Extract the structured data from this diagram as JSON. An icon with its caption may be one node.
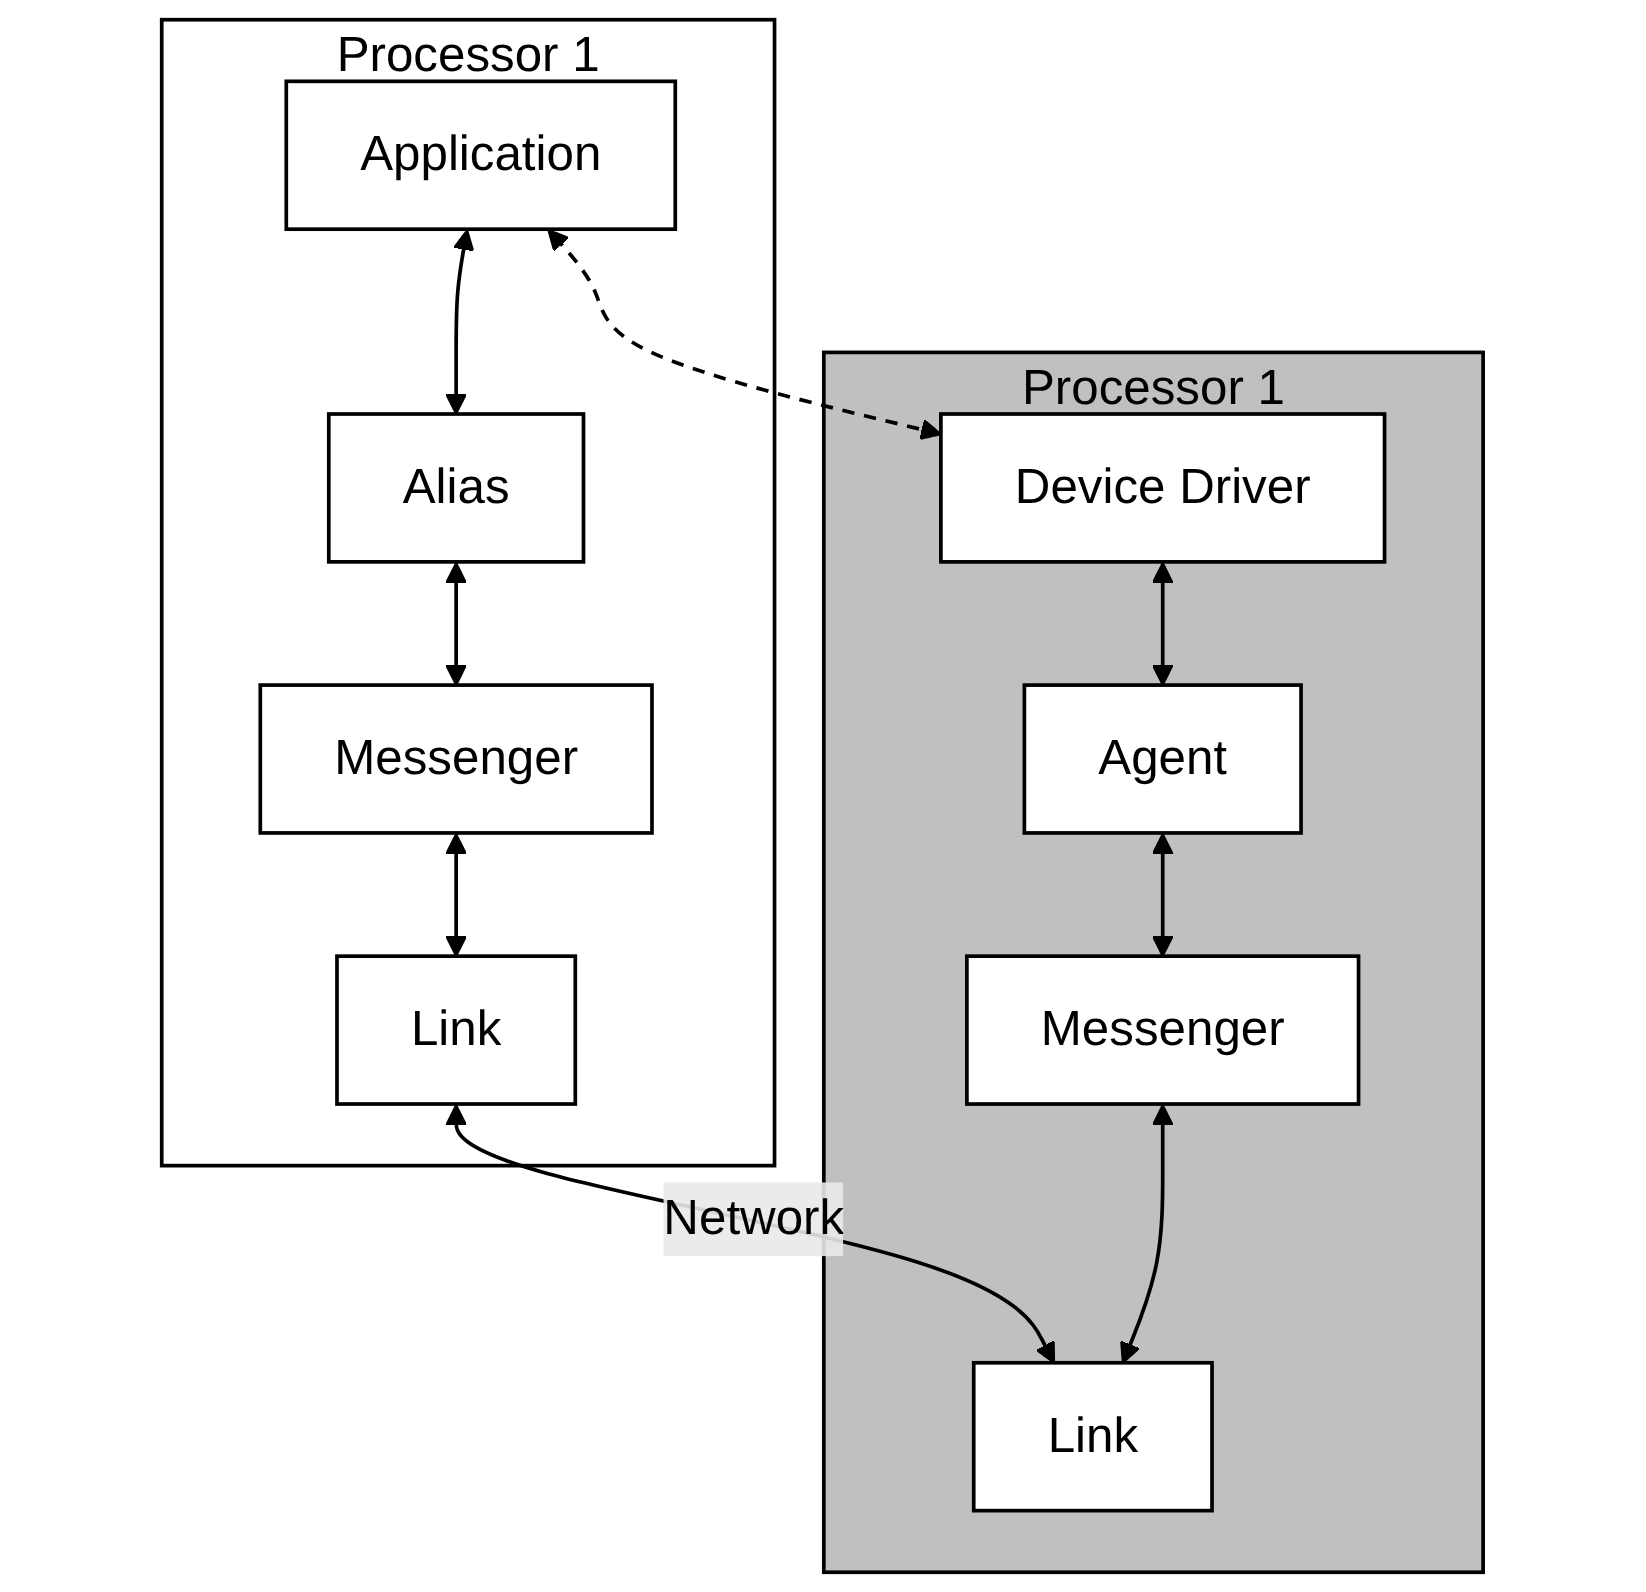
{
  "diagram": {
    "nodes": [
      {
        "text": [
          "Processor 1"
        ]
      },
      {
        "text": [
          "Application"
        ],
        "in": 0
      },
      {
        "text": [
          "Alias"
        ],
        "in": 0
      },
      {
        "text": [
          "Messenger"
        ],
        "in": 0
      },
      {
        "text": [
          "Link"
        ],
        "in": 0
      },
      {
        "text": [
          "Processor 1"
        ]
      },
      {
        "text": [
          "Device Driver"
        ],
        "in": 5
      },
      {
        "text": [
          "Agent"
        ],
        "in": 5
      },
      {
        "text": [
          "Messenger"
        ],
        "in": 5
      },
      {
        "text": [
          "Link"
        ],
        "in": 5
      }
    ],
    "edges": [
      {
        "from": 1,
        "to": 2,
        "arrow": "both"
      },
      {
        "from": 2,
        "to": 3,
        "arrow": "both"
      },
      {
        "from": 3,
        "to": 4,
        "arrow": "both"
      },
      {
        "from": 1,
        "to": 6,
        "arrow": "both",
        "style": "dashed"
      },
      {
        "from": 4,
        "to": 9,
        "arrow": "both",
        "label": "Network"
      },
      {
        "from": 6,
        "to": 7,
        "arrow": "both"
      },
      {
        "from": 7,
        "to": 8,
        "arrow": "both"
      },
      {
        "from": 8,
        "to": 9,
        "arrow": "both"
      }
    ]
  }
}
